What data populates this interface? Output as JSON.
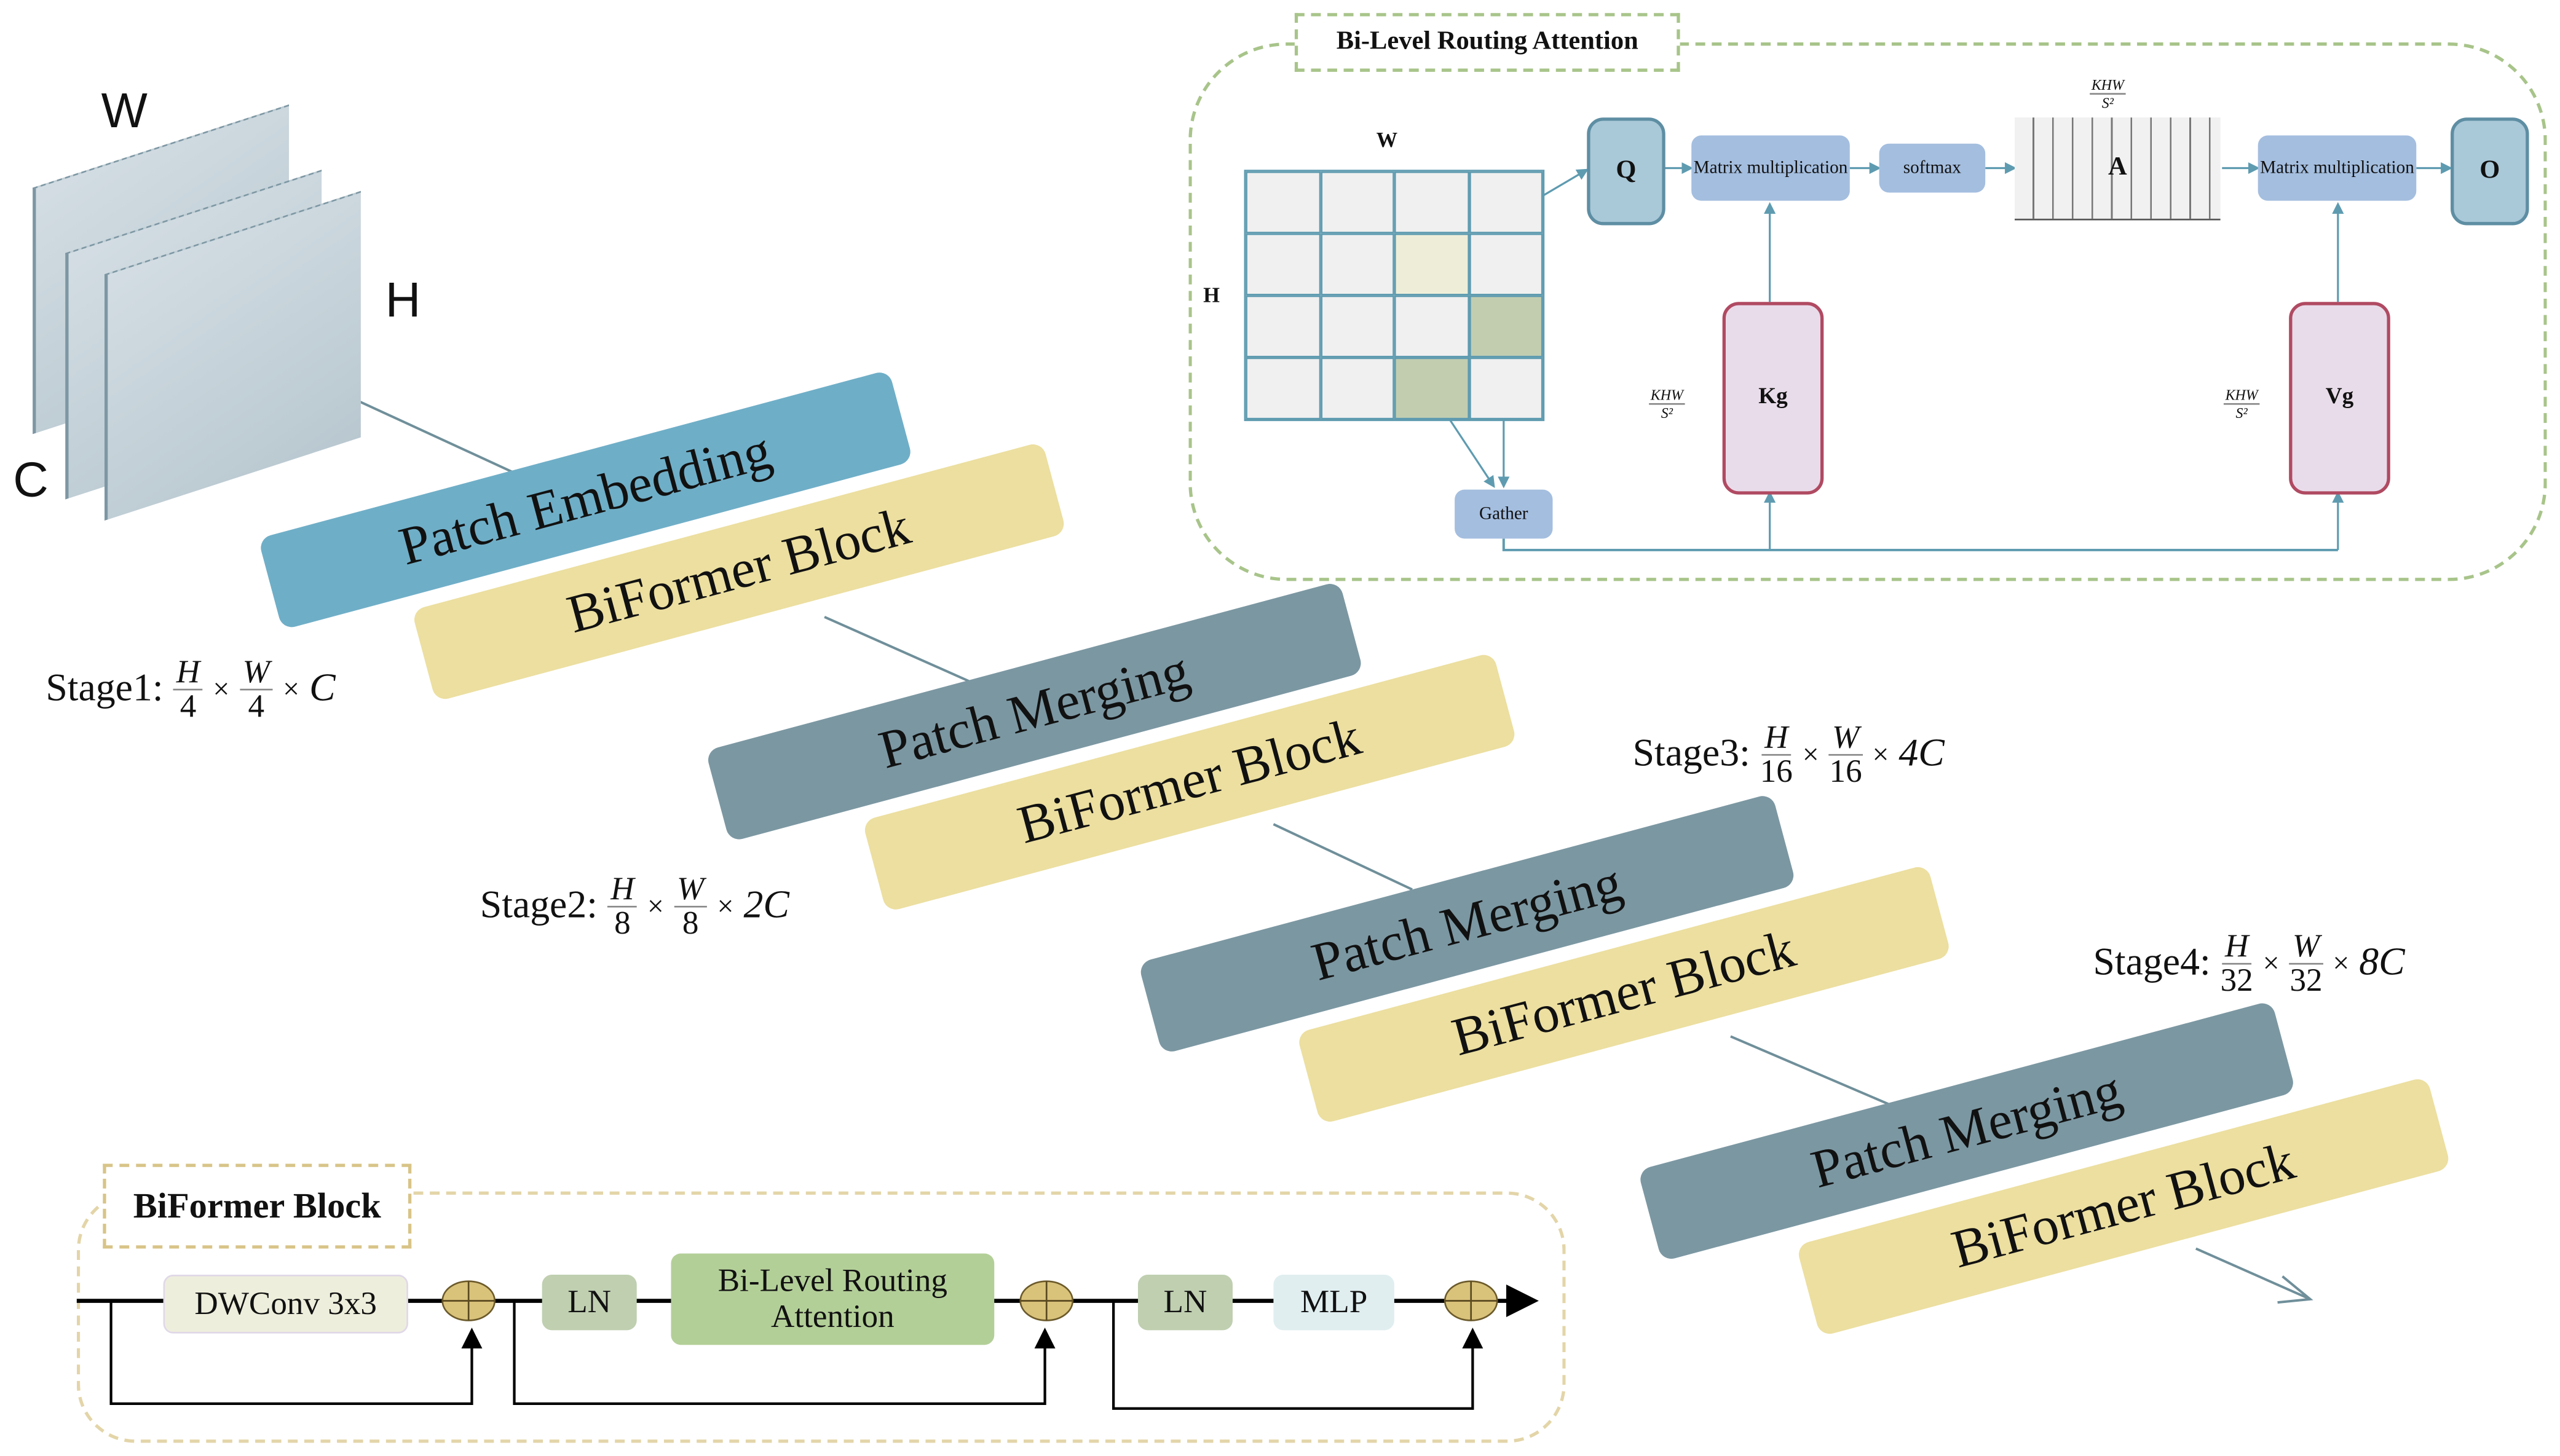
{
  "input_tensor": {
    "labels": {
      "width": "W",
      "height": "H",
      "channels": "C"
    }
  },
  "pipeline": {
    "patch_embedding": "Patch Embedding",
    "biformer_block": "BiFormer Block",
    "patch_merging": "Patch Merging",
    "stages": [
      {
        "label": "Stage1:",
        "h_num": "H",
        "h_den": "4",
        "w_num": "W",
        "w_den": "4",
        "times": "×",
        "channels": "C"
      },
      {
        "label": "Stage2:",
        "h_num": "H",
        "h_den": "8",
        "w_num": "W",
        "w_den": "8",
        "times": "×",
        "channels": "2C"
      },
      {
        "label": "Stage3:",
        "h_num": "H",
        "h_den": "16",
        "w_num": "W",
        "w_den": "16",
        "times": "×",
        "channels": "4C"
      },
      {
        "label": "Stage4:",
        "h_num": "H",
        "h_den": "32",
        "w_num": "W",
        "w_den": "32",
        "times": "×",
        "channels": "8C"
      }
    ]
  },
  "bra": {
    "title": "Bi-Level Routing Attention",
    "grid": {
      "w_label": "W",
      "h_label": "H",
      "rows": 4,
      "cols": 4
    },
    "q": "Q",
    "matmul_1": "Matrix multiplication",
    "softmax": "softmax",
    "a": "A",
    "matmul_2": "Matrix multiplication",
    "o": "O",
    "kg": "Kg",
    "vg": "Vg",
    "gather": "Gather",
    "frac_num": "KHW",
    "frac_den": "S²"
  },
  "biformer_detail": {
    "title": "BiFormer Block",
    "dwconv": "DWConv 3x3",
    "ln1": "LN",
    "bra": "Bi-Level Routing Attention",
    "ln2": "LN",
    "mlp": "MLP"
  },
  "colors": {
    "patch_embedding": "#6faec7",
    "biformer_block": "#ecdfa0",
    "patch_merging": "#7b97a2",
    "arrow": "#5e9bb0"
  }
}
